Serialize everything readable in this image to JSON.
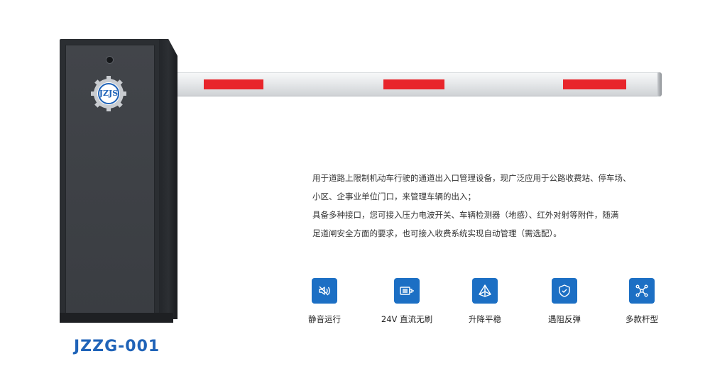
{
  "product": {
    "logo_text": "JZJS",
    "model": "JZZG-001",
    "colors": {
      "accent_blue": "#1c6fc4",
      "stripe_red": "#e8252b",
      "cabinet_gray": "#3a3d42"
    }
  },
  "description": {
    "lines": [
      "用于道路上限制机动车行驶的通道出入口管理设备，现广泛应用于公路收费站、停车场、",
      "小区、企事业单位门口，来管理车辆的出入；",
      "具备多种接口，您可接入压力电波开关、车辆检测器（地感）、红外对射等附件，随满",
      "足道闸安全方面的要求，也可接入收费系统实现自动管理（需选配）。"
    ]
  },
  "features": [
    {
      "label": "静音运行",
      "icon": "mute-speaker-icon"
    },
    {
      "label": "24V 直流无刷",
      "icon": "motor-icon"
    },
    {
      "label": "升降平稳",
      "icon": "pyramid-icon"
    },
    {
      "label": "遇阻反弹",
      "icon": "shield-check-icon"
    },
    {
      "label": "多款杆型",
      "icon": "network-icon"
    }
  ]
}
